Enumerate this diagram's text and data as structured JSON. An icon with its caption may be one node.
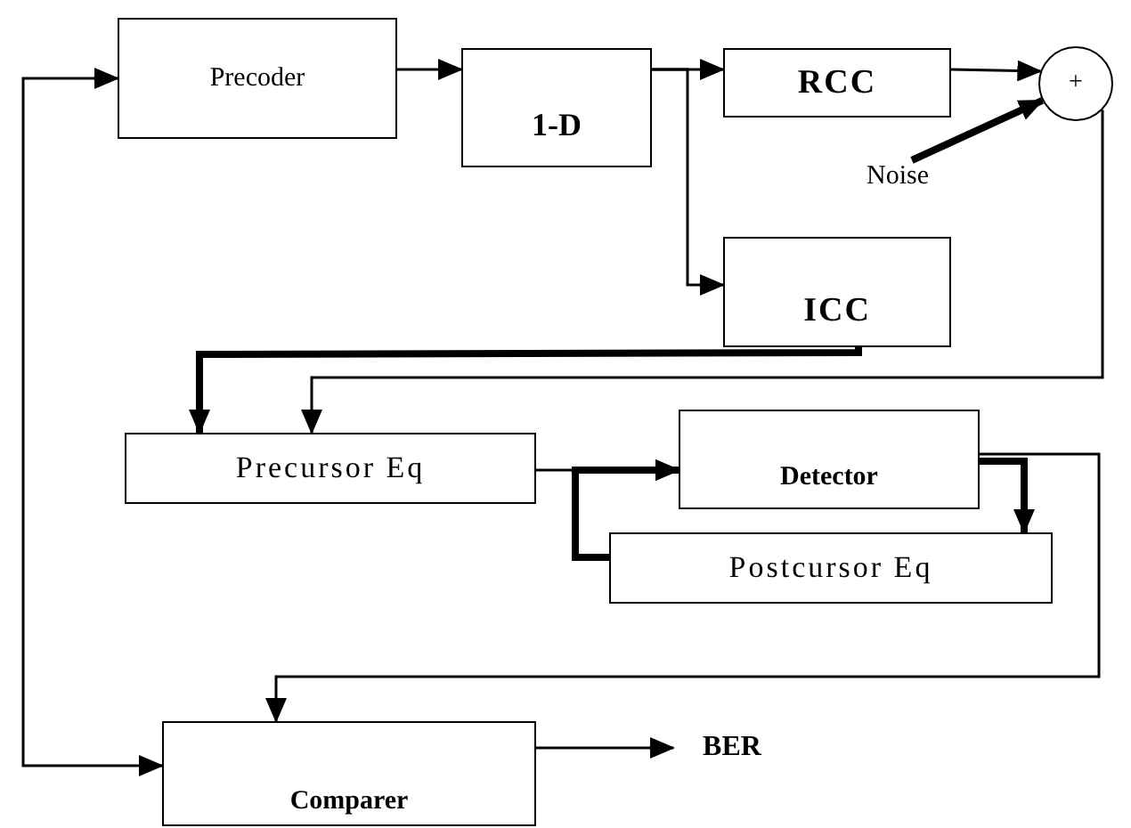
{
  "diagram": {
    "nodes": [
      {
        "text": [
          "Precoder"
        ]
      },
      {
        "text": [
          "1-D"
        ]
      },
      {
        "text": [
          "RCC"
        ]
      },
      {
        "text": [
          "+"
        ]
      },
      {
        "text": [
          "Noise"
        ]
      },
      {
        "text": [
          "ICC"
        ]
      },
      {
        "text": [
          "Precursor Eq"
        ]
      },
      {
        "text": [
          "Detector"
        ]
      },
      {
        "text": [
          "Postcursor Eq"
        ]
      },
      {
        "text": [
          "Comparer"
        ]
      },
      {
        "text": [
          "BER"
        ]
      }
    ],
    "edges": [
      {
        "from": null,
        "to": 0,
        "arrow": "to"
      },
      {
        "from": 0,
        "to": 1,
        "arrow": "to"
      },
      {
        "from": 1,
        "to": 2,
        "arrow": "to"
      },
      {
        "from": 1,
        "to": 5,
        "arrow": "to"
      },
      {
        "from": 2,
        "to": 3,
        "arrow": "to"
      },
      {
        "from": 4,
        "to": 3,
        "arrow": "to",
        "style": "thick"
      },
      {
        "from": 5,
        "to": 6,
        "arrow": "to",
        "style": "thick"
      },
      {
        "from": 3,
        "to": 6,
        "arrow": "to"
      },
      {
        "from": 6,
        "to": 7,
        "arrow": "to"
      },
      {
        "from": 8,
        "to": 7,
        "arrow": "to",
        "style": "thick"
      },
      {
        "from": 7,
        "to": 8,
        "arrow": "to",
        "style": "thick"
      },
      {
        "from": 7,
        "to": 9,
        "arrow": "to"
      },
      {
        "from": null,
        "to": 9,
        "arrow": "to"
      },
      {
        "from": 9,
        "to": 10,
        "arrow": "to"
      }
    ]
  }
}
